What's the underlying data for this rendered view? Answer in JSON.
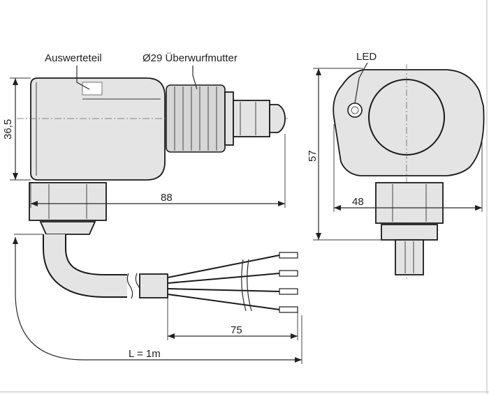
{
  "labels": {
    "evaluation_unit": "Auswerteteil",
    "union_nut": "Ø29 Überwurfmutter",
    "led": "LED"
  },
  "dimensions": {
    "height_body": "36,5",
    "length_total": "88",
    "height_side": "57",
    "width_side": "48",
    "wire_strip": "75",
    "cable_length": "L = 1m"
  },
  "colors": {
    "line": "#1a1a1a",
    "fill": "#e4e4e4",
    "fill_dark": "#d6d6d6"
  }
}
